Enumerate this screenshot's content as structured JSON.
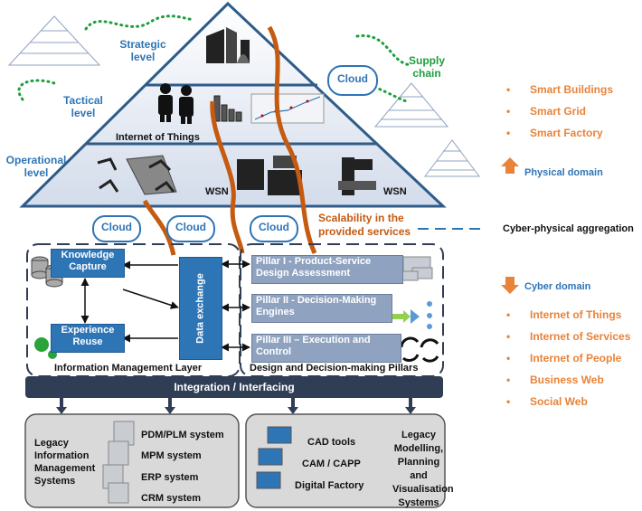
{
  "pyramid": {
    "levels": {
      "strategic": "Strategic\nlevel",
      "tactical": "Tactical\nlevel",
      "operational": "Operational\nlevel",
      "supply_chain": "Supply\nchain"
    },
    "internet_of_things": "Internet of Things",
    "wsn_left": "WSN",
    "wsn_right": "WSN",
    "cloud_top": "Cloud",
    "clouds_bottom": [
      "Cloud",
      "Cloud",
      "Cloud"
    ],
    "scalability": "Scalability in the\nprovided services",
    "cyber_physical": "Cyber-physical aggregation"
  },
  "physical_domain": {
    "items": [
      "Smart Buildings",
      "Smart Grid",
      "Smart Factory"
    ],
    "title": "Physical domain"
  },
  "cyber_domain": {
    "title": "Cyber domain",
    "items": [
      "Internet of Things",
      "Internet of Services",
      "Internet of People",
      "Business Web",
      "Social Web"
    ]
  },
  "info_layer": {
    "knowledge_capture": "Knowledge\nCapture",
    "experience_reuse": "Experience\nReuse",
    "data_exchange": "Data exchange",
    "caption": "Information Management Layer"
  },
  "pillars": {
    "p1": "Pillar I - Product-Service\nDesign Assessment",
    "p2": "Pillar II - Decision-Making\nEngines",
    "p3": "Pillar III – Execution and\nControl",
    "caption": "Design and Decision-making Pillars"
  },
  "integration": "Integration / Interfacing",
  "legacy_left": {
    "title": "Legacy\nInformation\nManagement\nSystems",
    "systems": [
      "PDM/PLM system",
      "MPM system",
      "ERP system",
      "CRM system"
    ]
  },
  "legacy_right": {
    "tools": [
      "CAD tools",
      "CAM / CAPP",
      "Digital Factory"
    ],
    "title": "Legacy\nModelling,\nPlanning and\nVisualisation\nSystems"
  },
  "colors": {
    "pyramid_fill": "#dce4ef",
    "pyramid_stroke": "#2e5c8a",
    "accent_blue": "#2e75b6",
    "orange": "#e8833a",
    "rust": "#c55a11",
    "green_dots": "#1e9e3c",
    "integration_bar": "#2f3d55"
  }
}
